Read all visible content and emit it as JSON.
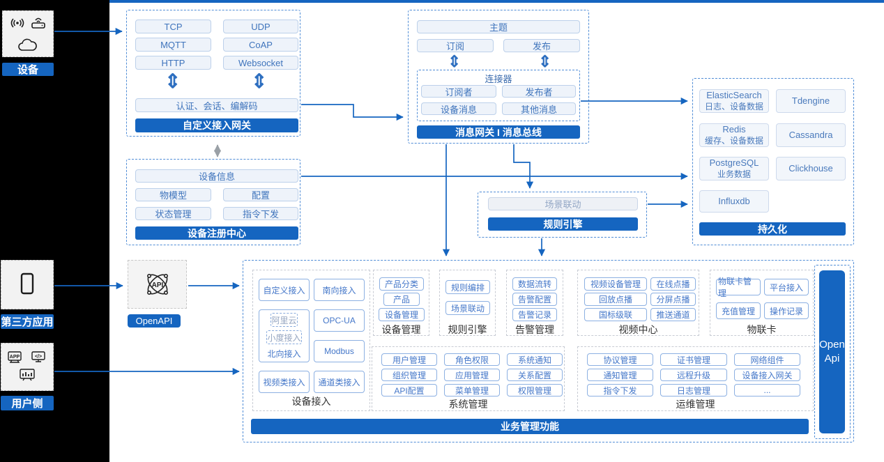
{
  "colors": {
    "accent": "#1565c0",
    "rail": "#000000"
  },
  "left_rail": {
    "device_label": "设备",
    "third_party_label": "第三方应用",
    "user_side_label": "用户侧",
    "device_icons": [
      "wireless-signal-icon",
      "gateway-router-icon",
      "cloud-icon"
    ],
    "third_party_icons": [
      "smartphone-icon"
    ],
    "user_side_icons": [
      "app-monitor-icon",
      "code-monitor-icon",
      "chart-monitor-icon"
    ],
    "app_icon_text": "APP",
    "code_icon_text": "</>"
  },
  "gateway": {
    "title": "自定义接入网关",
    "protocols": [
      "TCP",
      "UDP",
      "MQTT",
      "CoAP",
      "HTTP",
      "Websocket"
    ],
    "auth_bar": "认证、会话、编解码",
    "updown_glyph": "⇕"
  },
  "registry": {
    "title": "设备注册中心",
    "info": "设备信息",
    "cells": [
      "物模型",
      "配置",
      "状态管理",
      "指令下发"
    ]
  },
  "bus": {
    "title": "消息网关 I 消息总线",
    "topic": "主题",
    "subscribe": "订阅",
    "publish": "发布",
    "updown_glyph": "⇕",
    "connector_title": "连接器",
    "connector_cells": [
      "订阅者",
      "发布者",
      "设备消息",
      "其他消息"
    ]
  },
  "rule_engine": {
    "title": "规则引擎",
    "cell": "场景联动"
  },
  "persistence": {
    "title": "持久化",
    "stores": [
      {
        "name": "ElasticSearch",
        "desc": "日志、设备数据"
      },
      {
        "name": "Tdengine",
        "desc": ""
      },
      {
        "name": "Redis",
        "desc": "缓存、设备数据"
      },
      {
        "name": "Cassandra",
        "desc": ""
      },
      {
        "name": "PostgreSQL",
        "desc": "业务数据"
      },
      {
        "name": "Clickhouse",
        "desc": ""
      },
      {
        "name": "Influxdb",
        "desc": ""
      }
    ]
  },
  "openapi": {
    "label": "OpenAPI",
    "icon_text": "API"
  },
  "business": {
    "title": "业务管理功能",
    "open_api_line1": "Open",
    "open_api_line2": "Api",
    "sections": [
      {
        "label": "设备接入",
        "cells": [
          "自定义接入",
          "南向接入",
          "OPC-UA",
          "Modbus",
          "视频类接入",
          "通道类接入"
        ],
        "north": {
          "dashed": [
            "阿里云",
            "小度接入"
          ],
          "label": "北向接入"
        }
      },
      {
        "label": "设备管理",
        "cells": [
          "产品分类",
          "产品",
          "设备管理"
        ]
      },
      {
        "label": "规则引擎",
        "cells": [
          "规则编排",
          "场景联动"
        ]
      },
      {
        "label": "告警管理",
        "cells": [
          "数据流转",
          "告警配置",
          "告警记录"
        ]
      },
      {
        "label": "视频中心",
        "cells": [
          "视频设备管理",
          "在线点播",
          "回放点播",
          "分屏点播",
          "国标级联",
          "推送通道"
        ]
      },
      {
        "label": "物联卡",
        "cells": [
          "物联卡管理",
          "平台接入",
          "充值管理",
          "操作记录"
        ]
      },
      {
        "label": "系统管理",
        "cells": [
          "用户管理",
          "角色权限",
          "系统通知",
          "组织管理",
          "应用管理",
          "关系配置",
          "API配置",
          "菜单管理",
          "权限管理"
        ]
      },
      {
        "label": "运维管理",
        "cells": [
          "协议管理",
          "证书管理",
          "网络组件",
          "通知管理",
          "远程升级",
          "设备接入网关",
          "指令下发",
          "日志管理",
          "..."
        ]
      }
    ]
  }
}
